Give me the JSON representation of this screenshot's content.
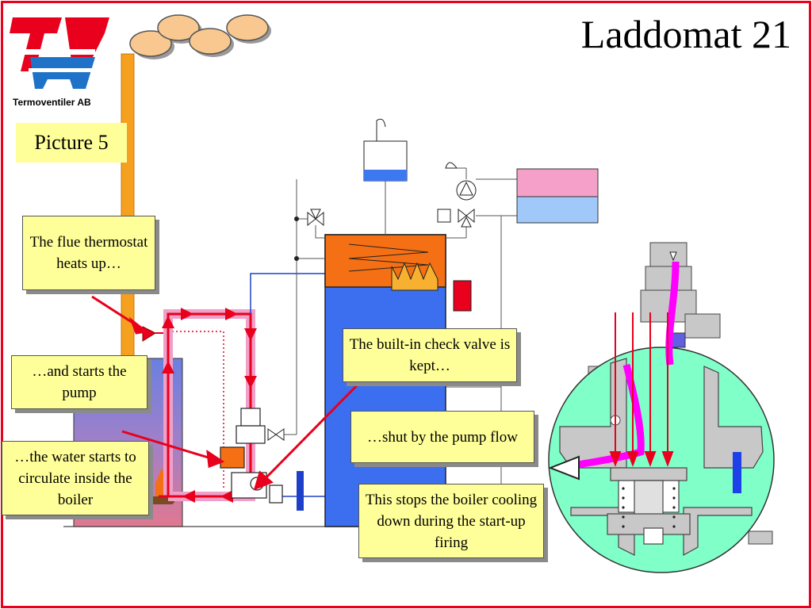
{
  "header": {
    "title": "Laddomat 21",
    "company": "Termoventiler AB",
    "picture_label": "Picture 5"
  },
  "callouts": {
    "flue_thermostat": "The flue thermostat heats up…",
    "starts_pump": "…and starts the pump",
    "water_circulates": "…the water starts to circulate inside the boiler",
    "check_valve": "The built-in check valve is kept…",
    "shut_by_pump": "…shut by the pump flow",
    "stops_cooling": "This stops the boiler cooling down during the start-up firing"
  },
  "colors": {
    "frame": "#e8001c",
    "logo_red": "#e8001c",
    "logo_blue": "#1e73c8",
    "chimney": "#f5a01e",
    "tank_orange": "#f57014",
    "tank_blue": "#3c6ef0",
    "flow_arrow": "#e8001c",
    "flow_pink": "#f0a0c8",
    "detail_green": "#80ffc8",
    "magenta": "#ff00ff",
    "callout_bg": "#ffff99"
  }
}
